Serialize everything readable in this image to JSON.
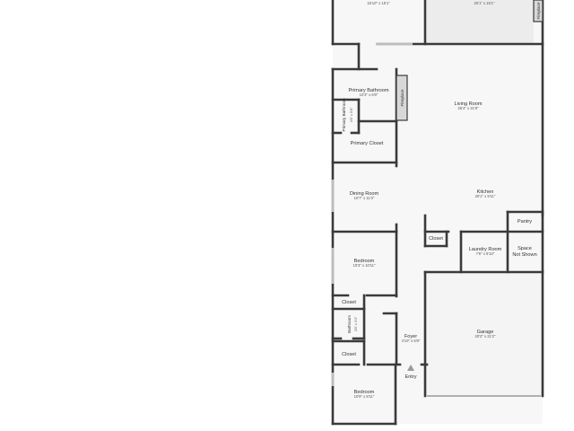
{
  "rooms": {
    "top_left": {
      "dims": "15'10\" x 15'1\""
    },
    "top_right": {
      "dims": "20'1\" x 15'1\""
    },
    "fireplace_top": {
      "name": "Fireplace"
    },
    "primary_bathroom": {
      "name": "Primary Bathroom",
      "dims": "10'3\" x 6'8\""
    },
    "fireplace": {
      "name": "Fireplace"
    },
    "primary_bathroom_small": {
      "name": "Primary Bathroom",
      "dims": "4'6\" x 5'6\""
    },
    "living_room": {
      "name": "Living Room",
      "dims": "25'4\" x 21'8\""
    },
    "primary_closet": {
      "name": "Primary Closet"
    },
    "dining_room": {
      "name": "Dining Room",
      "dims": "10'7\" x 11'3\""
    },
    "kitchen": {
      "name": "Kitchen",
      "dims": "20'1\" x 9'11\""
    },
    "pantry": {
      "name": "Pantry"
    },
    "closet_hall": {
      "name": "Closet"
    },
    "laundry_room": {
      "name": "Laundry Room",
      "dims": "7'6\" x 6'10\""
    },
    "space_not_shown": {
      "name_line1": "Space",
      "name_line2": "Not Shown"
    },
    "bedroom_1": {
      "name": "Bedroom",
      "dims": "10'3\" x 10'11\""
    },
    "closet_1": {
      "name": "Closet"
    },
    "bathroom": {
      "name": "Bathroom",
      "dims": "3'6\" x 3'3\""
    },
    "foyer": {
      "name": "Foyer",
      "dims": "4'10\" x 5'8\""
    },
    "garage": {
      "name": "Garage",
      "dims": "20'2\" x 21'2\""
    },
    "closet_2": {
      "name": "Closet"
    },
    "entry": {
      "name": "Entry"
    },
    "bedroom_2": {
      "name": "Bedroom",
      "dims": "10'9\" x 8'11\""
    }
  }
}
